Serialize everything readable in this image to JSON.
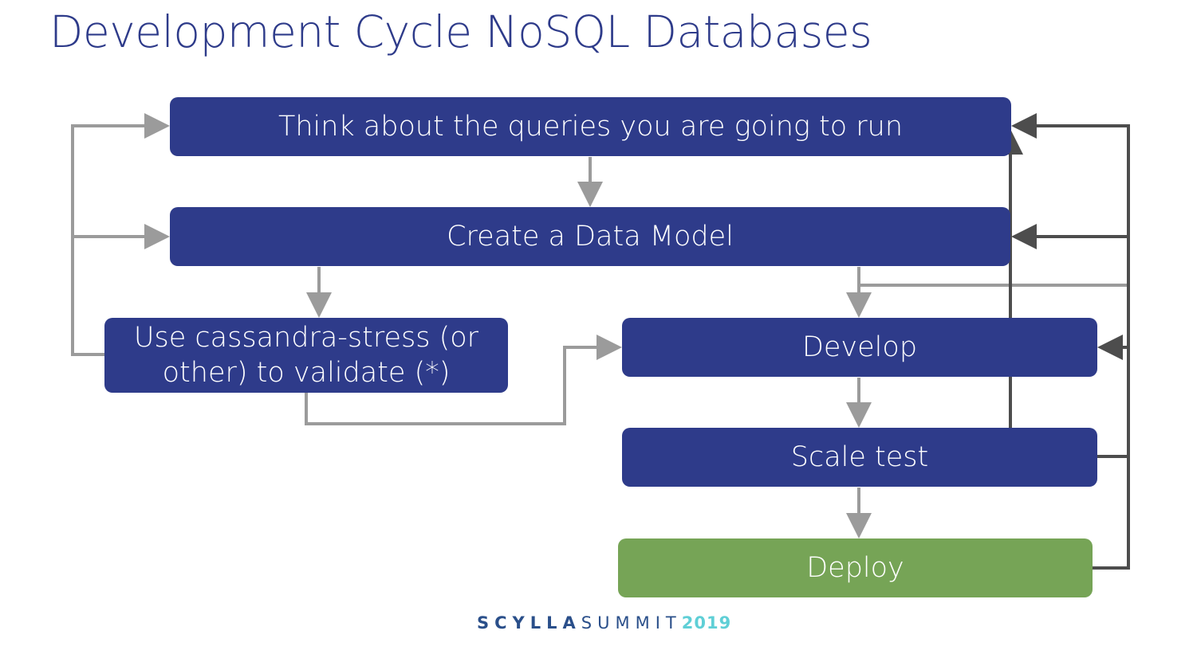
{
  "title": "Development Cycle NoSQL Databases",
  "boxes": {
    "think": "Think about the queries you are going to run",
    "model": "Create a Data Model",
    "validate_line1": "Use cassandra-stress (or",
    "validate_line2": "other)  to validate (*)",
    "develop": "Develop",
    "scale": "Scale test",
    "deploy": "Deploy"
  },
  "footer": {
    "part1": "SCYLLA",
    "part2": "SUMMIT",
    "part3": "2019"
  },
  "colors": {
    "box": "#2e3b8a",
    "deploy": "#76a456",
    "arrow_light": "#9b9b9b",
    "arrow_dark": "#4d4d4d"
  }
}
